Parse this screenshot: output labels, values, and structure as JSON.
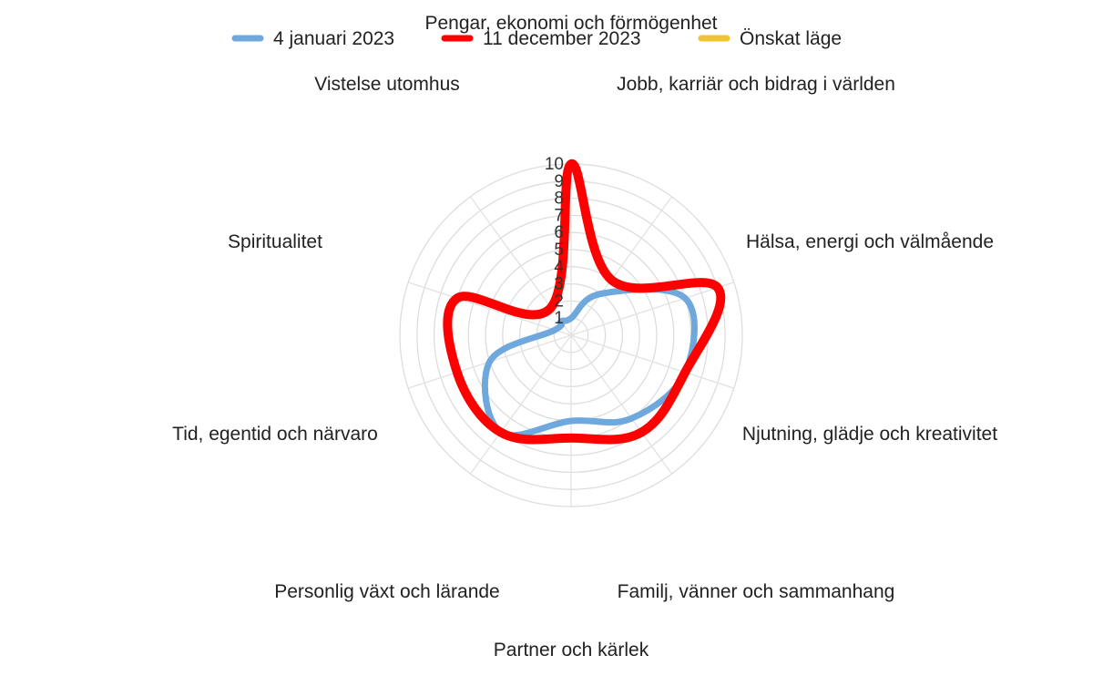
{
  "chart_data": {
    "type": "radar",
    "categories": [
      "Pengar, ekonomi och förmögenhet",
      "Jobb, karriär och bidrag i världen",
      "Hälsa, energi och välmående",
      "Njutning, glädje och kreativitet",
      "Familj, vänner och sammanhang",
      "Partner och kärlek",
      "Personlig växt och lärande",
      "Tid, egentid och närvaro",
      "Spiritualitet",
      "Vistelse utomhus"
    ],
    "series": [
      {
        "name": "4 januari 2023",
        "color": "#6fa8dc",
        "values": [
          1,
          3,
          7,
          7,
          6,
          5,
          7,
          5,
          1,
          1
        ]
      },
      {
        "name": "11 december 2023",
        "color": "#ff0000",
        "values": [
          10,
          4,
          9,
          7,
          7,
          6,
          7,
          7,
          7,
          2
        ]
      },
      {
        "name": "Önskat läge",
        "color": "#f1c232",
        "values": []
      }
    ],
    "r_axis": {
      "min": 0,
      "max": 10,
      "ticks": [
        "1",
        "2",
        "3",
        "4",
        "5",
        "6",
        "7",
        "8",
        "9",
        "10"
      ]
    },
    "legend_position": "top",
    "grid": true
  }
}
